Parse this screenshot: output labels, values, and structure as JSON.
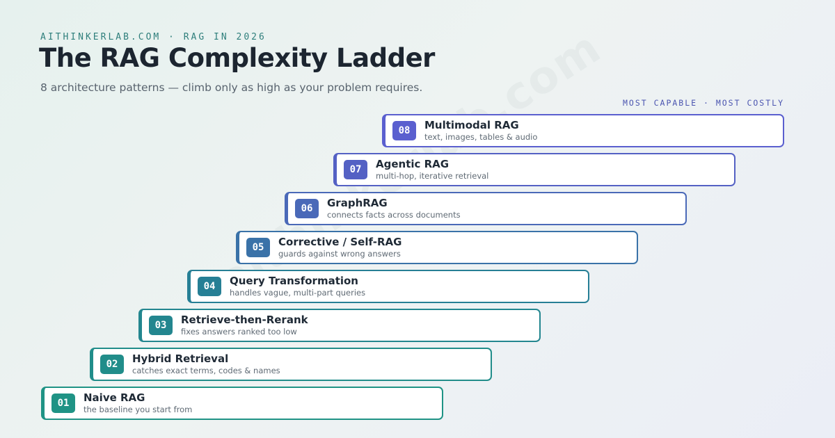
{
  "header": {
    "eyebrow": "AITHINKERLAB.COM · RAG IN 2026",
    "title": "The RAG Complexity Ladder",
    "subtitle": "8 architecture patterns — climb only as high as your problem requires.",
    "top_label": "MOST CAPABLE · MOST COSTLY"
  },
  "watermark": "aithinkerlab.com",
  "steps": [
    {
      "number": "01",
      "title": "Naive RAG",
      "description": "the baseline you start from",
      "color": "#1f9385"
    },
    {
      "number": "02",
      "title": "Hybrid Retrieval",
      "description": "catches exact terms, codes & names",
      "color": "#218d8a"
    },
    {
      "number": "03",
      "title": "Retrieve-then-Rerank",
      "description": "fixes answers ranked too low",
      "color": "#23868f"
    },
    {
      "number": "04",
      "title": "Query Transformation",
      "description": "handles vague, multi-part queries",
      "color": "#267f95"
    },
    {
      "number": "05",
      "title": "Corrective / Self-RAG",
      "description": "guards against wrong answers",
      "color": "#3a72a8"
    },
    {
      "number": "06",
      "title": "GraphRAG",
      "description": "connects facts across documents",
      "color": "#4a69b8"
    },
    {
      "number": "07",
      "title": "Agentic RAG",
      "description": "multi-hop, iterative retrieval",
      "color": "#5461c4"
    },
    {
      "number": "08",
      "title": "Multimodal RAG",
      "description": "text, images, tables & audio",
      "color": "#5a5fcf"
    }
  ]
}
